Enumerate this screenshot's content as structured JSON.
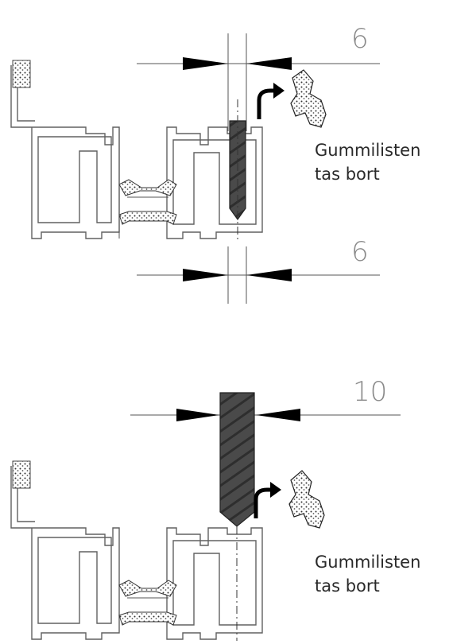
{
  "top_panel": {
    "dimension_top": "6",
    "dimension_bottom": "6",
    "note_line1": "Gummilisten",
    "note_line2": "tas bort"
  },
  "bottom_panel": {
    "dimension_top": "10",
    "note_line1": "Gummilisten",
    "note_line2": "tas bort"
  }
}
